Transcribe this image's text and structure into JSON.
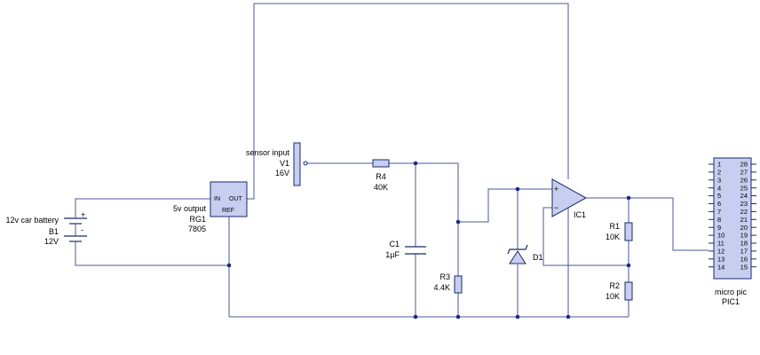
{
  "battery": {
    "desc": "12v car battery",
    "ref": "B1",
    "value": "12V",
    "plus": "+",
    "minus": "-"
  },
  "regulator": {
    "desc": "5v output",
    "ref": "RG1",
    "value": "7805",
    "pin_in": "IN",
    "pin_out": "OUT",
    "pin_ref": "REF"
  },
  "sensor": {
    "desc": "sensor input",
    "ref": "V1",
    "value": "16V"
  },
  "r4": {
    "ref": "R4",
    "value": "40K"
  },
  "c1": {
    "ref": "C1",
    "value": "1µF"
  },
  "r3": {
    "ref": "R3",
    "value": "4.4K"
  },
  "d1": {
    "ref": "D1"
  },
  "opamp": {
    "ref": "IC1",
    "plus": "+",
    "minus": "−"
  },
  "r1": {
    "ref": "R1",
    "value": "10K"
  },
  "r2": {
    "ref": "R2",
    "value": "10K"
  },
  "mcu": {
    "desc": "micro pic",
    "ref": "PIC1",
    "left_pins": [
      "1",
      "2",
      "3",
      "4",
      "5",
      "6",
      "7",
      "8",
      "9",
      "10",
      "11",
      "12",
      "13",
      "14"
    ],
    "right_pins": [
      "28",
      "27",
      "26",
      "25",
      "24",
      "23",
      "22",
      "21",
      "20",
      "19",
      "18",
      "17",
      "16",
      "15"
    ]
  },
  "colors": {
    "wire": "#4a5a9a",
    "component": "#1a2a6a",
    "fill": "#c8cef0"
  }
}
